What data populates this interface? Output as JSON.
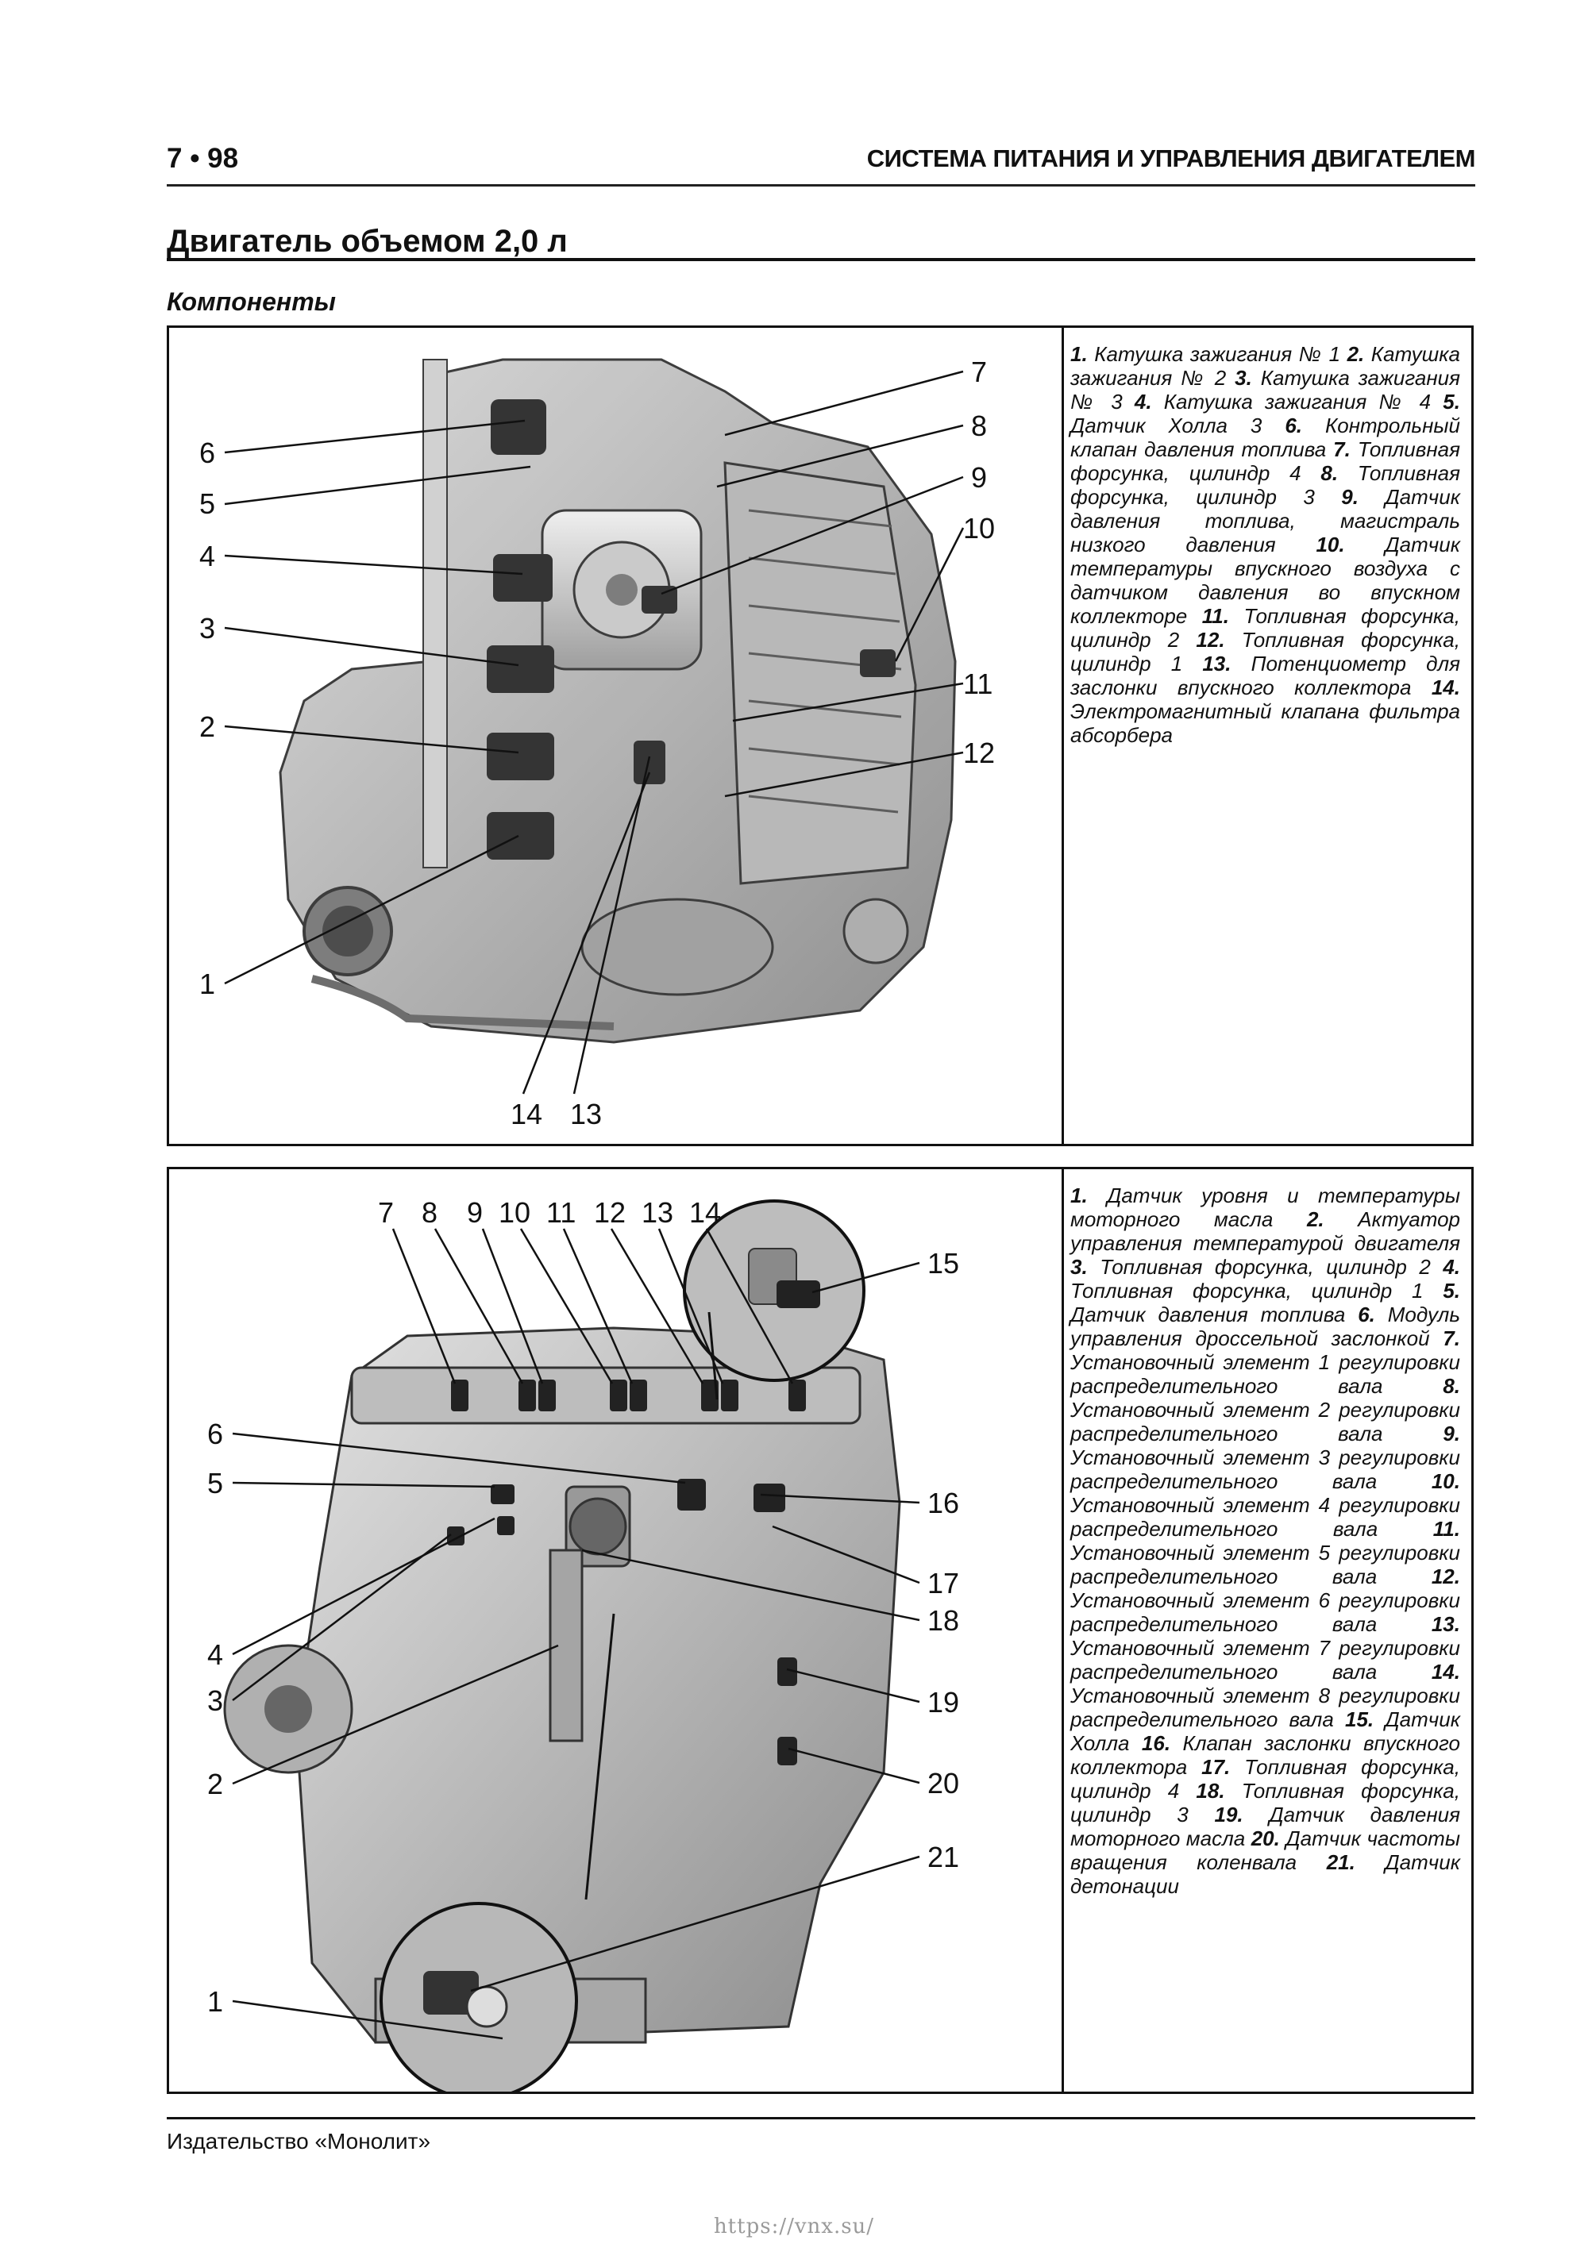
{
  "header": {
    "page_number": "7 • 98",
    "section_title": "СИСТЕМА ПИТАНИЯ И УПРАВЛЕНИЯ ДВИГАТЕЛЕМ"
  },
  "title": "Двигатель объемом 2,0 л",
  "subsection": "Компоненты",
  "figure1": {
    "callouts": [
      "1",
      "2",
      "3",
      "4",
      "5",
      "6",
      "7",
      "8",
      "9",
      "10",
      "11",
      "12",
      "13",
      "14"
    ],
    "legend": [
      {
        "n": "1.",
        "t": "Катушка зажигания № 1"
      },
      {
        "n": "2.",
        "t": "Катушка зажигания № 2"
      },
      {
        "n": "3.",
        "t": "Катушка зажигания № 3"
      },
      {
        "n": "4.",
        "t": "Катушка зажигания № 4"
      },
      {
        "n": "5.",
        "t": "Датчик Холла 3"
      },
      {
        "n": "6.",
        "t": "Контрольный клапан давления топлива"
      },
      {
        "n": "7.",
        "t": "Топливная форсунка, цилиндр 4"
      },
      {
        "n": "8.",
        "t": "Топливная форсунка, цилиндр 3"
      },
      {
        "n": "9.",
        "t": "Датчик давления топлива, магистраль низкого давления"
      },
      {
        "n": "10.",
        "t": "Датчик температуры впускного воздуха с датчиком давления во впускном коллекторе"
      },
      {
        "n": "11.",
        "t": "Топливная форсунка, цилиндр 2"
      },
      {
        "n": "12.",
        "t": "Топливная форсунка, цилиндр 1"
      },
      {
        "n": "13.",
        "t": "Потенциометр для заслонки впускного коллектора"
      },
      {
        "n": "14.",
        "t": "Электромагнитный клапана фильтра абсорбера"
      }
    ]
  },
  "figure2": {
    "callouts": [
      "1",
      "2",
      "3",
      "4",
      "5",
      "6",
      "7",
      "8",
      "9",
      "10",
      "11",
      "12",
      "13",
      "14",
      "15",
      "16",
      "17",
      "18",
      "19",
      "20",
      "21"
    ],
    "legend": [
      {
        "n": "1.",
        "t": "Датчик уровня и температуры моторного масла"
      },
      {
        "n": "2.",
        "t": "Актуатор управления температурой двигателя"
      },
      {
        "n": "3.",
        "t": "Топливная форсунка, цилиндр 2"
      },
      {
        "n": "4.",
        "t": "Топливная форсунка, цилиндр 1"
      },
      {
        "n": "5.",
        "t": "Датчик давления топлива"
      },
      {
        "n": "6.",
        "t": "Модуль управления дроссельной заслонкой"
      },
      {
        "n": "7.",
        "t": "Установочный элемент 1 регулировки распределительного вала"
      },
      {
        "n": "8.",
        "t": "Установочный элемент 2 регулировки распределительного вала"
      },
      {
        "n": "9.",
        "t": "Установочный элемент 3 регулировки распределительного вала"
      },
      {
        "n": "10.",
        "t": "Установочный элемент 4 регулировки распределительного вала"
      },
      {
        "n": "11.",
        "t": "Установочный элемент 5 регулировки распределительного вала"
      },
      {
        "n": "12.",
        "t": "Установочный элемент 6 регулировки распределительного вала"
      },
      {
        "n": "13.",
        "t": "Установочный элемент 7 регулировки распределительного вала"
      },
      {
        "n": "14.",
        "t": "Установочный элемент 8 регулировки распределительного вала"
      },
      {
        "n": "15.",
        "t": "Датчик Холла"
      },
      {
        "n": "16.",
        "t": "Клапан заслонки впускного коллектора"
      },
      {
        "n": "17.",
        "t": "Топливная форсунка, цилиндр 4"
      },
      {
        "n": "18.",
        "t": "Топливная форсунка, цилиндр 3"
      },
      {
        "n": "19.",
        "t": "Датчик давления моторного масла"
      },
      {
        "n": "20.",
        "t": "Датчик частоты вращения коленвала"
      },
      {
        "n": "21.",
        "t": "Датчик детонации"
      }
    ]
  },
  "footer": {
    "publisher": "Издательство «Монолит»",
    "watermark": "https://vnx.su/"
  }
}
